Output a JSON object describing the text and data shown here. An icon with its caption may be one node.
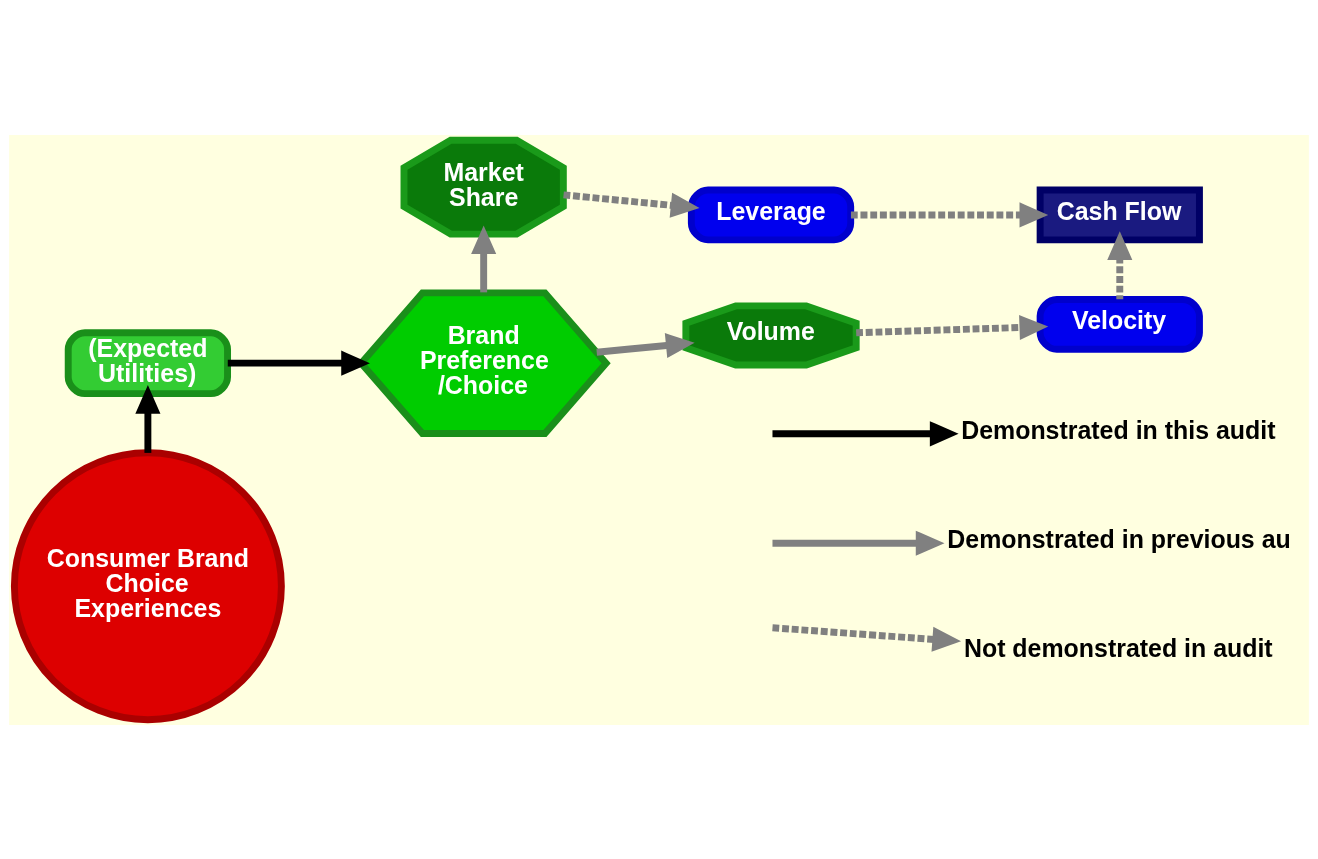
{
  "diagram": {
    "nodes": [
      {
        "text": [
          "Market Share"
        ]
      },
      {
        "text": [
          "Leverage"
        ]
      },
      {
        "text": [
          "Cash Flow"
        ]
      },
      {
        "text": [
          "(Expected Utilities)"
        ]
      },
      {
        "text": [
          "Brand Preference /Choice"
        ]
      },
      {
        "text": [
          "Volume"
        ]
      },
      {
        "text": [
          "Velocity"
        ]
      },
      {
        "text": [
          "Consumer Brand Choice Experiences"
        ]
      }
    ],
    "edges": [
      {
        "from": 0,
        "to": 1,
        "arrow": "to",
        "style": "dashed"
      },
      {
        "from": 1,
        "to": 2,
        "arrow": "to",
        "style": "dashed"
      },
      {
        "from": 4,
        "to": 0,
        "arrow": "to"
      },
      {
        "from": 3,
        "to": 4,
        "arrow": "to",
        "color": "#000000"
      },
      {
        "from": 4,
        "to": 5,
        "arrow": "to"
      },
      {
        "from": 5,
        "to": 6,
        "arrow": "to",
        "style": "dashed"
      },
      {
        "from": 6,
        "to": 2,
        "arrow": "to",
        "style": "dashed"
      },
      {
        "from": 7,
        "to": 3,
        "arrow": "to",
        "color": "#000000"
      }
    ],
    "legend": [
      {
        "text": "Demonstrated in this audit"
      },
      {
        "text": "Demonstrated in previous au"
      },
      {
        "text": "Not demonstrated in audit"
      }
    ]
  }
}
